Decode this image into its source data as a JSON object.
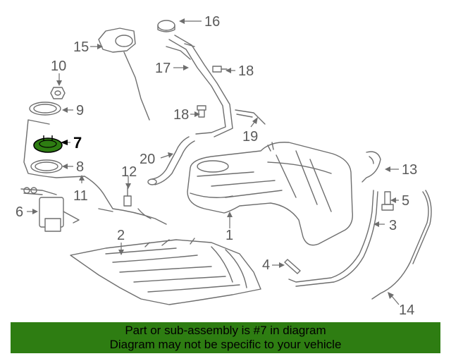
{
  "callouts": {
    "c1": "1",
    "c2": "2",
    "c3": "3",
    "c4": "4",
    "c5": "5",
    "c6": "6",
    "c7": "7",
    "c8": "8",
    "c9": "9",
    "c10": "10",
    "c11": "11",
    "c12": "12",
    "c13": "13",
    "c14": "14",
    "c15": "15",
    "c16": "16",
    "c17": "17",
    "c18a": "18",
    "c18b": "18",
    "c19": "19",
    "c20": "20"
  },
  "highlight": {
    "part_number": "7",
    "color": "#2e7d12"
  },
  "banner": {
    "line1": "Part or sub-assembly is #7 in diagram",
    "line2": "Diagram may not be specific to your vehicle",
    "background": "#2e7d12"
  }
}
